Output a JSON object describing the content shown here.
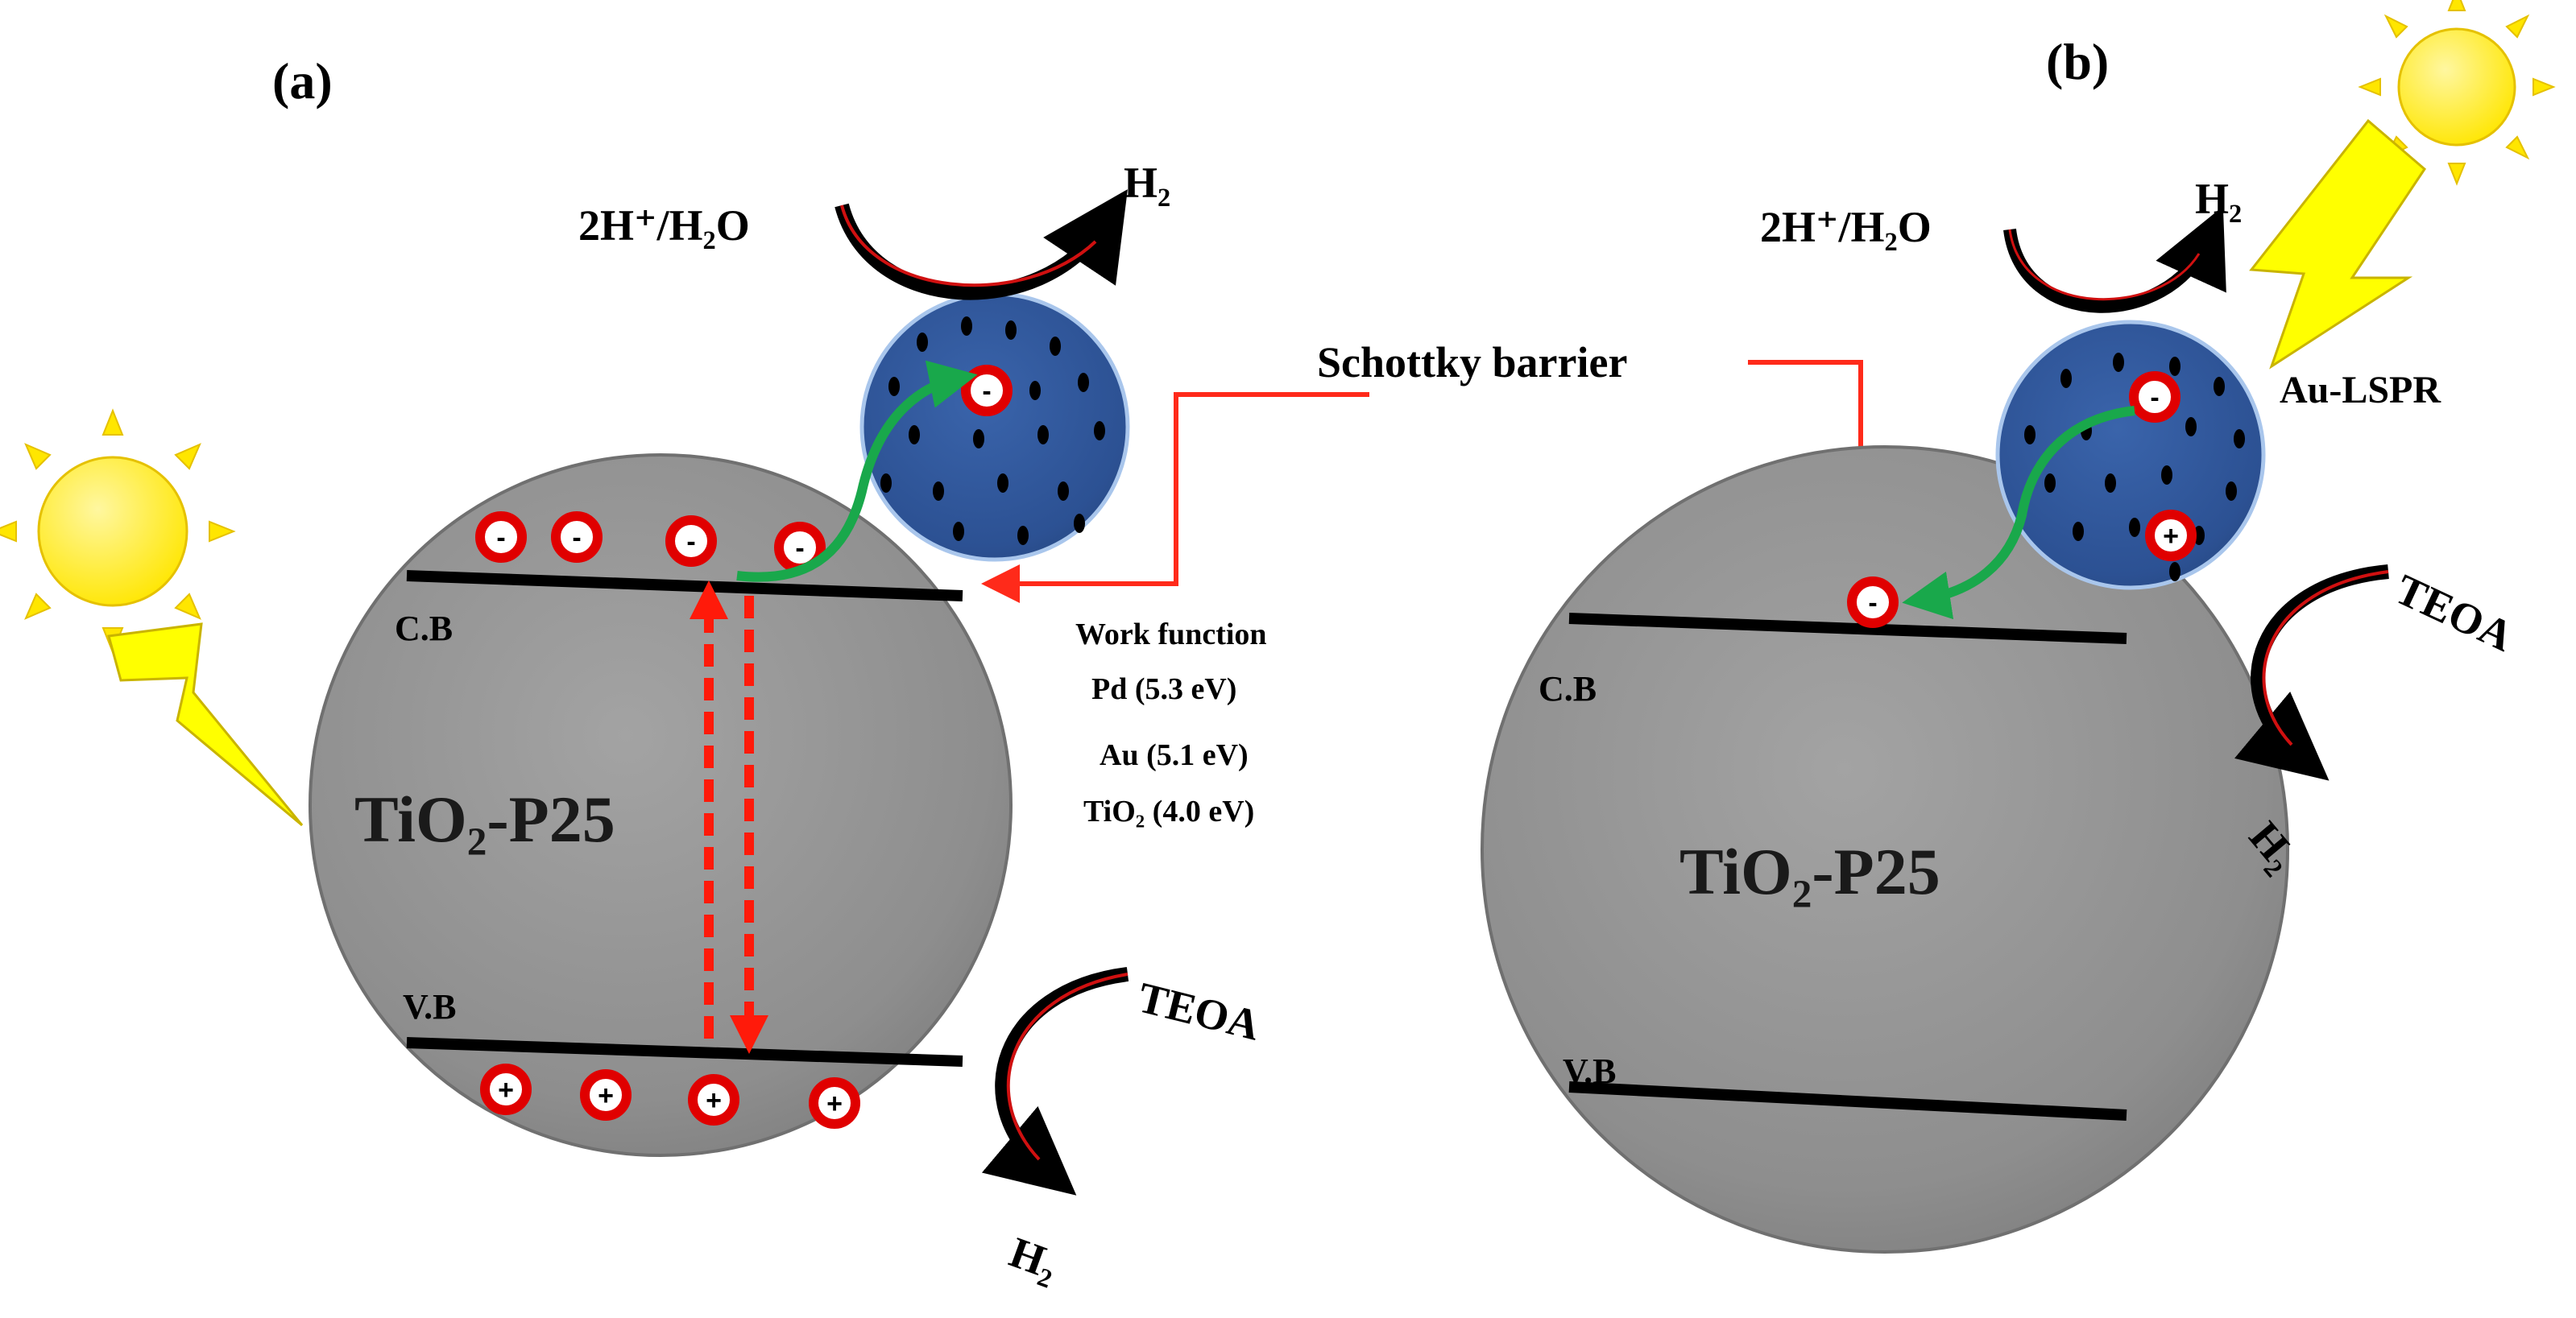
{
  "panels": {
    "a": {
      "label": "(a)",
      "reactant": "2H⁺/H₂O",
      "product_top": "H₂",
      "sacrificial": "TEOA",
      "product_bottom": "H₂",
      "cb_label": "C.B",
      "vb_label": "V.B",
      "core_label": "TiO₂-P25",
      "electron_sign": "-",
      "hole_sign": "+"
    },
    "b": {
      "label": "(b)",
      "reactant": "2H⁺/H₂O",
      "product_top": "H₂",
      "particle_label": "Au-LSPR",
      "sacrificial": "TEOA",
      "product_bottom": "H₂",
      "cb_label": "C.B",
      "vb_label": "V.B",
      "core_label": "TiO₂-P25",
      "electron_sign": "-",
      "hole_sign": "+"
    }
  },
  "schottky_label": "Schottky barrier",
  "work_function": {
    "title": "Work function",
    "entries": [
      "Pd (5.3 eV)",
      "Au (5.1 eV)",
      "TiO₂ (4.0 eV)"
    ]
  },
  "colors": {
    "tio2_fill": "#8f8f8f",
    "tio2_edge": "#6e6e6e",
    "metal_fill": "#2f5597",
    "metal_dot": "#000000",
    "charge_ring": "#e00000",
    "red_arrow": "#ff2a1a",
    "excitation_arrow": "#ff1a0a",
    "green_arrow": "#19a84b",
    "sun": "#ffe800",
    "bolt": "#ffff00"
  },
  "icons": [
    "sun-icon",
    "lightning-icon"
  ]
}
